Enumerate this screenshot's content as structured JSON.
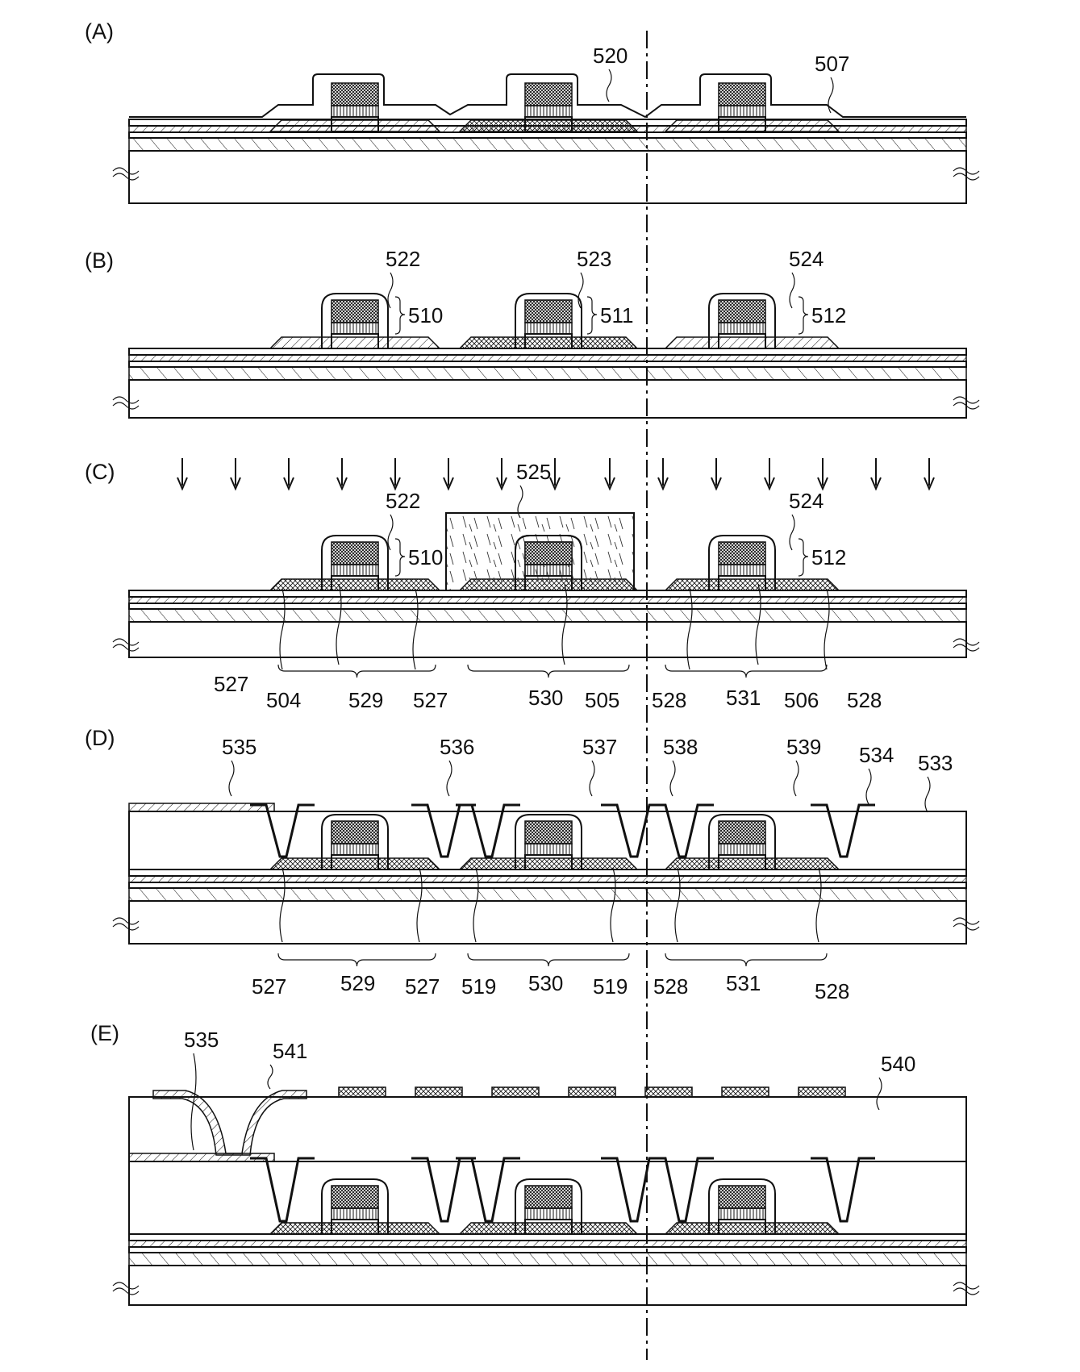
{
  "figure": {
    "panels": [
      {
        "id": "A",
        "caption": "(A)",
        "labels": [
          "520",
          "507"
        ]
      },
      {
        "id": "B",
        "caption": "(B)",
        "labels": [
          "522",
          "523",
          "524",
          "510",
          "511",
          "512"
        ]
      },
      {
        "id": "C",
        "caption": "(C)",
        "labels": [
          "522",
          "525",
          "524",
          "510",
          "512",
          "527",
          "504",
          "529",
          "527",
          "530",
          "505",
          "528",
          "531",
          "506",
          "528"
        ]
      },
      {
        "id": "D",
        "caption": "(D)",
        "labels": [
          "535",
          "536",
          "537",
          "538",
          "539",
          "534",
          "533",
          "527",
          "529",
          "527",
          "519",
          "530",
          "519",
          "528",
          "531",
          "528"
        ]
      },
      {
        "id": "E",
        "caption": "(E)",
        "labels": [
          "535",
          "541",
          "540"
        ]
      }
    ]
  }
}
